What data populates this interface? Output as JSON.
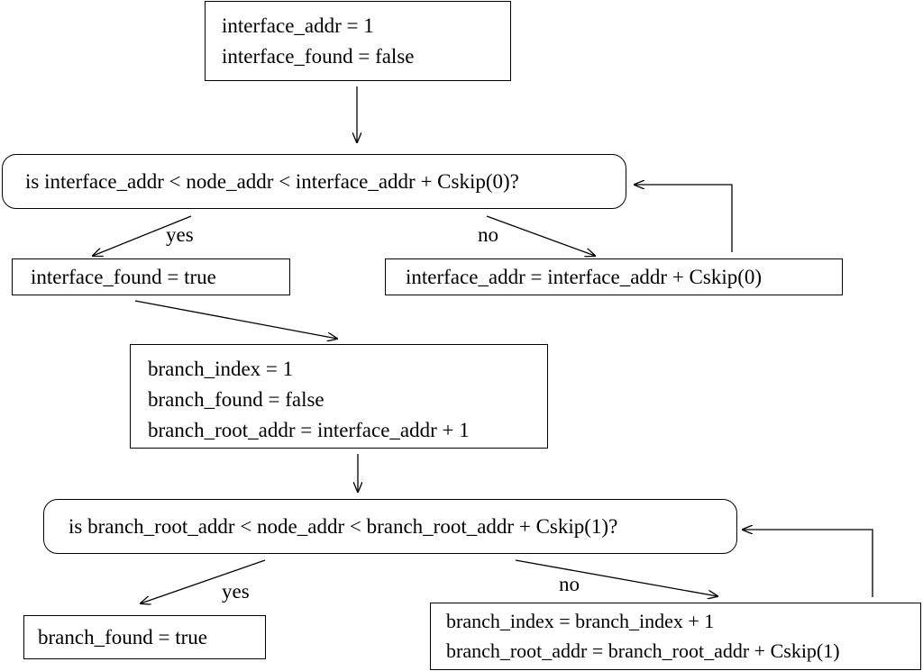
{
  "boxes": {
    "init_interface": [
      "interface_addr = 1",
      "interface_found = false"
    ],
    "decision_interface": "is interface_addr < node_addr < interface_addr + Cskip(0)?",
    "interface_found_true": "interface_found = true",
    "interface_increment": "interface_addr = interface_addr + Cskip(0)",
    "init_branch": [
      "branch_index = 1",
      "branch_found = false",
      "branch_root_addr = interface_addr + 1"
    ],
    "decision_branch": "is branch_root_addr < node_addr < branch_root_addr + Cskip(1)?",
    "branch_found_true": "branch_found = true",
    "branch_increment": [
      "branch_index = branch_index + 1",
      "branch_root_addr = branch_root_addr + Cskip(1)"
    ]
  },
  "labels": {
    "yes_1": "yes",
    "no_1": "no",
    "yes_2": "yes",
    "no_2": "no"
  }
}
